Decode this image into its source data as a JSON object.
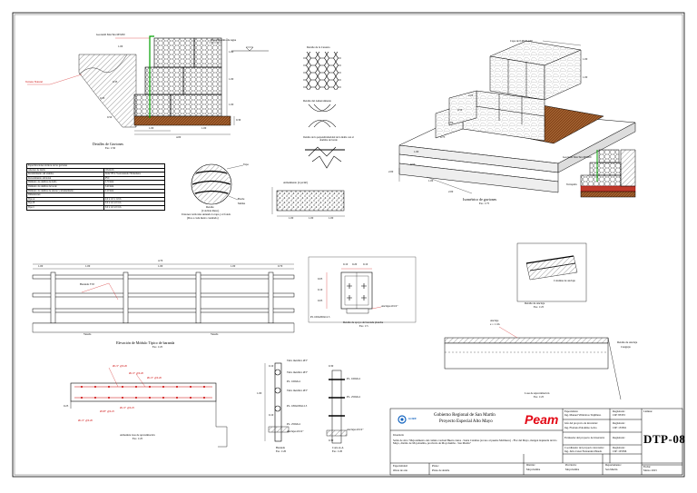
{
  "sheet": {
    "gabion_section": {
      "labels": {
        "geotextile": "Geotextil MacTex MT200",
        "max_water": "Nivel Máximo de Agua",
        "natural_ground": "Terreno Natural",
        "title": "Detalles de Gaviones",
        "scale": "Esc. 1:50"
      },
      "dims": [
        "1.00",
        "1.00",
        "1.00",
        "0.30",
        "1.00",
        "1.00",
        "4.00",
        "1.00",
        "0.50",
        "0.35",
        "0.35"
      ]
    },
    "mesh_details": {
      "box_detail": "Detalle de la Canasta",
      "wiring_detail": "Detalle del Amarramiento",
      "selvedge_detail": "Detalle de la perpendicularidad de la malla con el alambre de borde",
      "anchoring": "Armamiento (4 pz/m²)",
      "anchor_dims": [
        "1.00",
        "1.00",
        "1.00"
      ]
    },
    "spec_table": {
      "title": "Especificaciones técnicas de los gaviones",
      "rows": [
        [
          "Abertura de malla",
          "10x12cm"
        ],
        [
          "Recubrimiento del alambre",
          "ZnAl+PVC+Galvanizado+Polietileno"
        ],
        [
          "Revestimiento adicional",
          "PVC"
        ],
        [
          "Diámetro de alambre de malla",
          "2.70 mm"
        ],
        [
          "Diámetro de alambre de borde",
          "3.40 mm"
        ],
        [
          "Diámetro de alambre de amarre y atirantamiento",
          "2.20 mm"
        ],
        [
          "Dimensiones",
          ""
        ],
        [
          "Tipo A",
          "2.0 x 1.0 x 1.0 m"
        ],
        [
          "Tipo B",
          "2.0 x 1.0 x 0.5 m"
        ],
        [
          "Tipo C",
          "3.0 x 1.0 x 0.5 m"
        ]
      ]
    },
    "wire_detail": {
      "labels": [
        "Tapa",
        "Borde",
        "Mallas"
      ],
      "caption1": "Detalle",
      "caption2": "(Colchón Reno)",
      "caption3": "Uniones verticales uniendo la tapa y el fondo",
      "caption4": "(Dos a cada metro cuadrado)"
    },
    "isometric": {
      "top_label": "Capa de 0.08 X 1.00",
      "dims": [
        "2.00",
        "1.00",
        "0.50",
        "1.00",
        "2.00",
        "0.75",
        "1.00",
        "0.50",
        "2.00",
        "1.00",
        "1.00"
      ],
      "title": "Isométrico de gaviones",
      "scale": "Esc. 1:75"
    },
    "small_section": {
      "geotextile": "Geotextil MacTex MT200",
      "fill": "Terraplén"
    },
    "railing_elevation": {
      "top_dim": "4.70",
      "sub_dims": [
        "1.00",
        "1.00",
        "1.00",
        "1.00",
        "0.70"
      ],
      "bracket": "Baranda 3\"Ø",
      "sidewalk_left": "Vereda",
      "sidewalk_right": "Vereda",
      "title": "Elevación de Módulo Típico de baranda",
      "scale": "Esc. 1:25"
    },
    "base_plate": {
      "dims_top": [
        "0.10",
        "0.20",
        "0.10"
      ],
      "dims_side": [
        "0.05",
        "0.10",
        "0.05"
      ],
      "anchor": "Anclajes Ø1/2\"",
      "plate": "PL 100x200x12.5",
      "title": "Detalle de apoyo de baranda plancha",
      "scale": "Esc. 1:5"
    },
    "anchor_detail": {
      "label": "Columna de anclaje",
      "title": "Detalle de Anclaje",
      "scale": "Esc. 1:25"
    },
    "approach_slab": {
      "labels": [
        "Anclaje",
        "e = 1 cm",
        "Detalle de Anclaje",
        "Cangrejo"
      ],
      "title": "Losa de Aproximación",
      "scale": "Esc. 1:25"
    },
    "rebar_section": {
      "bars": [
        "Ø1/2\" @0.20",
        "Ø1/2\" @0.20",
        "Ø1/2\" @0.20",
        "Ø1/2\" @0.25",
        "Ø3/8\" @0.25",
        "Ø1/2\" @0.20"
      ],
      "dim": "0.25",
      "title": "Armadura losa de aproximación",
      "scale": "Esc. 1:25"
    },
    "post_elevation": {
      "labels": [
        "Tubo metálico Ø3\"",
        "Tubo metálico Ø3\"",
        "PL. 160x6.4",
        "Tubo metálico Ø3\"",
        "PL. 180x180x12.5",
        "PL. 250x6.4",
        "Anclajes Ø1/2\""
      ],
      "dims": [
        "0.10",
        "1.00",
        "0.10",
        "0.30",
        "0.30"
      ],
      "title": "Baranda",
      "scale": "Esc. 1:20",
      "title2": "Corte A-A",
      "scale2": "Esc. 1:20",
      "labels2": [
        "PL. 160x6.4",
        "PL. 250x6.4",
        "Anclajes Ø1/2\""
      ]
    },
    "title_block": {
      "logo_text": "GORE",
      "org1": "Gobierno Regional de San Martín",
      "org2": "Proyecto Especial Alto Mayo",
      "brand": "Peam",
      "investment_label": "Inversión:",
      "investment_text": "Saldo de obra \"Mejoramiento del camino vecinal Huerto Aires - Santa Catalina (acceso al puente Mollinero) - Flor del Mayo, margen izquierda del río Mayo, distrito de Moyobamba, provincia de Moyobamba - San Martín\"",
      "specialty_label": "Especialidad:",
      "specialty": "Obras de arte",
      "plan_label": "Plano:",
      "plan": "Plano de detalle",
      "roles": [
        {
          "role": "Especialista:",
          "name": "Ing. Manuel Villalobos Trujillano",
          "reg_label": "Registrado:",
          "reg": "CIP: 83333"
        },
        {
          "role": "Jefe del proyecto de inversión:",
          "name": "Ing. Floriano Palomino Leiva",
          "reg_label": "Registrado:",
          "reg": "CIP: 133561"
        },
        {
          "role": "Evaluador del proyecto de inversión:",
          "name": "",
          "reg_label": "Registrado:",
          "reg": ""
        },
        {
          "role": "Coordinador del proyecto inversión:",
          "name": "Ing. Julio César Fernandez Pinedo",
          "reg_label": "Registrado:",
          "reg": "CIP: 105396"
        }
      ],
      "loc_labels": [
        "Distrito:",
        "Provincia:",
        "Departamento:"
      ],
      "loc_values": [
        "Moyobamba",
        "Moyobamba",
        "San Martín"
      ],
      "sheet_label": "Lámina:",
      "sheet_code": "DTP-08",
      "date_label": "Fecha:",
      "date": "Marzo 2023"
    }
  }
}
